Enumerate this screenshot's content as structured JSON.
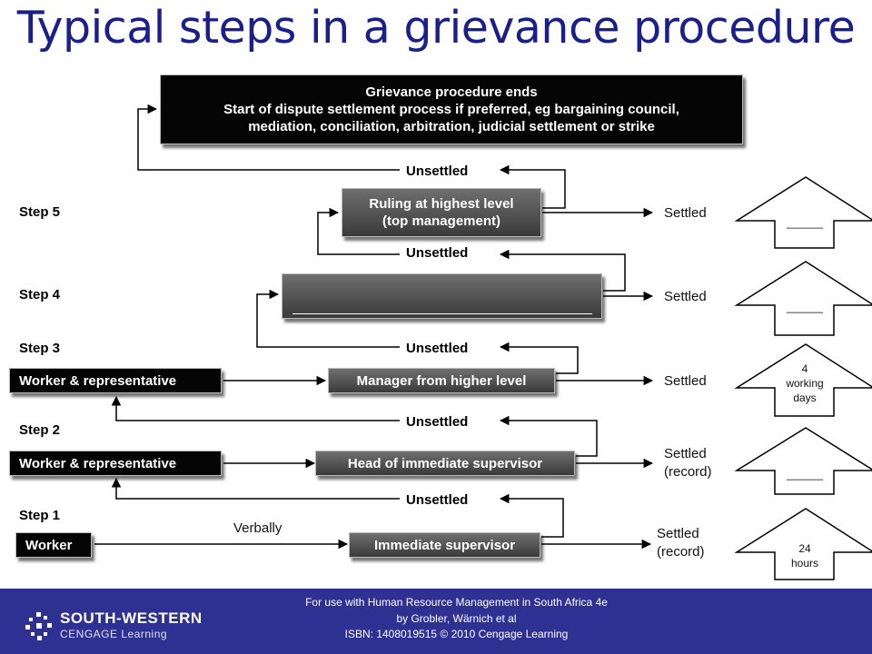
{
  "title": "Typical steps in a grievance procedure",
  "top_box": {
    "line1": "Grievance procedure ends",
    "line2": "Start of dispute settlement process if preferred, eg bargaining council,",
    "line3": "mediation, conciliation, arbitration, judicial settlement or strike"
  },
  "steps": {
    "step5": "Step 5",
    "step4": "Step 4",
    "step3": "Step 3",
    "step2": "Step 2",
    "step1": "Step 1"
  },
  "boxes": {
    "ruling_line1": "Ruling at highest level",
    "ruling_line2": "(top management)",
    "step4_box": "",
    "worker_rep_3": "Worker & representative",
    "manager_higher": "Manager from higher level",
    "worker_rep_2": "Worker & representative",
    "head_supervisor": "Head of immediate supervisor",
    "worker": "Worker",
    "immediate_supervisor": "Immediate supervisor"
  },
  "unsettled": {
    "u5": "Unsettled",
    "u4": "Unsettled",
    "u3": "Unsettled",
    "u2": "Unsettled",
    "u1": "Unsettled"
  },
  "settled": {
    "s5": "Settled",
    "s4": "Settled",
    "s3": "Settled",
    "s2_line1": "Settled",
    "s2_line2": "(record)",
    "s1_line1": "Settled",
    "s1_line2": "(record)"
  },
  "verbally": "Verbally",
  "arrows": {
    "a5": "______",
    "a4": "______",
    "a3_line1": "4",
    "a3_line2": "working",
    "a3_line3": "days",
    "a2": "______",
    "a1_line1": "24",
    "a1_line2": "hours"
  },
  "footer": {
    "line1": "For use with Human Resource Management in South Africa 4e",
    "line2": "by Grobler, Wärnich et al",
    "line3": "ISBN: 1408019515 © 2010 Cengage Learning",
    "brand1": "SOUTH-WESTERN",
    "brand2": "CENGAGE Learning"
  },
  "colors": {
    "title": "#1b1f8a",
    "footer_bg": "#2e3192",
    "box_black": "#050505",
    "box_grey": "#555555"
  }
}
